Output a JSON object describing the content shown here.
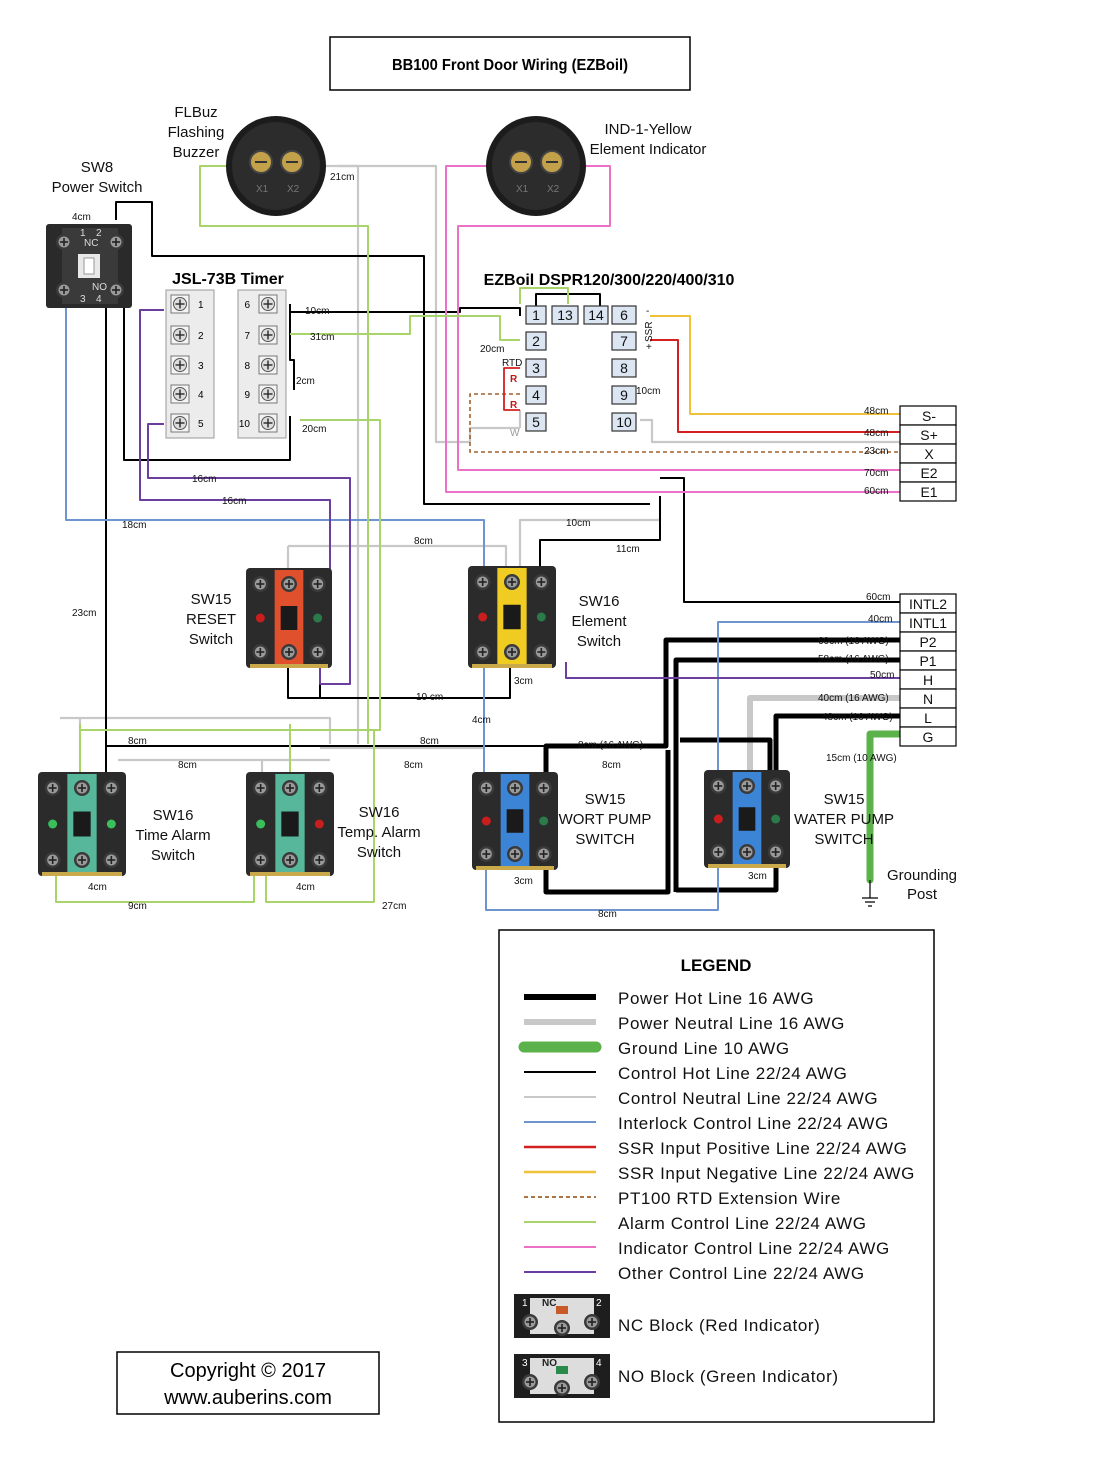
{
  "title": "BB100 Front Door Wiring (EZBoil)",
  "copyright": {
    "line1": "Copyright © 2017",
    "line2": "www.auberins.com"
  },
  "components": {
    "buzzer": [
      "FLBuz",
      "Flashing",
      "Buzzer"
    ],
    "indicator": [
      "IND-1-Yellow",
      "Element Indicator"
    ],
    "sw8": [
      "SW8",
      "Power Switch"
    ],
    "timer_label": "JSL-73B Timer",
    "controller_label": "EZBoil DSPR120/300/220/400/310",
    "sw15_reset": [
      "SW15",
      "RESET",
      "Switch"
    ],
    "sw16_element": [
      "SW16",
      "Element",
      "Switch"
    ],
    "sw16_time": [
      "SW16",
      "Time Alarm",
      "Switch"
    ],
    "sw16_temp": [
      "SW16",
      "Temp. Alarm",
      "Switch"
    ],
    "sw15_wort": [
      "SW15",
      "WORT PUMP",
      "SWITCH"
    ],
    "sw15_water": [
      "SW15",
      "WATER PUMP",
      "SWITCH"
    ],
    "ground": [
      "Grounding",
      "Post"
    ]
  },
  "controller_terminals": [
    "1",
    "13",
    "14",
    "6",
    "2",
    "7",
    "3",
    "8",
    "4",
    "9",
    "5",
    "10"
  ],
  "controller_marks": {
    "ssr": "SSR",
    "minus": "-",
    "plus": "+",
    "rtd": "RTD",
    "r": "R",
    "w": "W"
  },
  "timer_terminals": [
    "1",
    "2",
    "3",
    "4",
    "5",
    "6",
    "7",
    "8",
    "9",
    "10"
  ],
  "sw8_marks": {
    "nc": "NC",
    "no": "NO",
    "n1": "1",
    "n2": "2",
    "n3": "3",
    "n4": "4"
  },
  "buzzer_marks": {
    "x1": "X1",
    "x2": "X2"
  },
  "terminal_block_upper": [
    "S-",
    "S+",
    "X",
    "E2",
    "E1"
  ],
  "terminal_block_lower": [
    "INTL2",
    "INTL1",
    "P2",
    "P1",
    "H",
    "N",
    "L",
    "G"
  ],
  "wire_labels": {
    "w21": "21cm",
    "w4a": "4cm",
    "w10a": "10cm",
    "w31": "31cm",
    "w2": "2cm",
    "w20a": "20cm",
    "w20b": "20cm",
    "w48a": "48cm",
    "w48b": "48cm",
    "w23a": "23cm",
    "w70": "70cm",
    "w60a": "60cm",
    "w10b": "10cm",
    "w16a": "16cm",
    "w16b": "16cm",
    "w18": "18cm",
    "w10c": "10cm",
    "w11": "11cm",
    "w8a": "8cm",
    "w23b": "23cm",
    "w60b": "60cm",
    "w40a": "40cm",
    "w60c": "60cm (16 AWG)",
    "w58": "58cm (16 AWG)",
    "w50": "50cm",
    "w40b": "40cm (16 AWG)",
    "w48c": "48cm (16 AWG)",
    "w15": "15cm (10 AWG)",
    "w10d": "10 cm",
    "w4b": "4cm",
    "w3a": "3cm",
    "w8b": "8cm",
    "w8c": "8cm",
    "w8d": "8cm",
    "w8e": "8cm",
    "w8f": "8cm (16 AWG)",
    "w8g": "8cm",
    "w4c": "4cm",
    "w4d": "4cm",
    "w9": "9cm",
    "w27": "27cm",
    "w3b": "3cm",
    "w3c": "3cm",
    "w8h": "8cm"
  },
  "legend": {
    "title": "LEGEND",
    "items": [
      {
        "label": "Power Hot Line 16 AWG",
        "color": "#000000"
      },
      {
        "label": "Power Neutral Line 16 AWG",
        "color": "#c8c8c8"
      },
      {
        "label": "Ground Line 10 AWG",
        "color": "#5cb24a"
      },
      {
        "label": "Control Hot Line 22/24 AWG",
        "color": "#000000"
      },
      {
        "label": "Control Neutral Line 22/24 AWG",
        "color": "#c8c8c8"
      },
      {
        "label": "Interlock Control Line 22/24 AWG",
        "color": "#6f95d1"
      },
      {
        "label": "SSR Input Positive Line 22/24 AWG",
        "color": "#d42020"
      },
      {
        "label": "SSR Input Negative Line 22/24 AWG",
        "color": "#f0c23a"
      },
      {
        "label": "PT100 RTD Extension Wire",
        "color": "#a0622d"
      },
      {
        "label": "Alarm Control Line 22/24 AWG",
        "color": "#a8d46a"
      },
      {
        "label": "Indicator Control Line 22/24 AWG",
        "color": "#ea70c8"
      },
      {
        "label": "Other Control Line 22/24 AWG",
        "color": "#6a3fa0"
      }
    ],
    "nc_block": "NC Block (Red Indicator)",
    "no_block": "NO Block (Green Indicator)",
    "nc_marks": [
      "1",
      "NC",
      "2"
    ],
    "no_marks": [
      "3",
      "NO",
      "4"
    ]
  },
  "colors": {
    "hot": "#000000",
    "neutral": "#c8c8c8",
    "ground": "#5cb24a",
    "interlock": "#6f95d1",
    "ssr_pos": "#d42020",
    "ssr_neg": "#f0c23a",
    "rtd": "#a0622d",
    "alarm": "#a8d46a",
    "indicator": "#ea70c8",
    "other": "#6a3fa0"
  }
}
